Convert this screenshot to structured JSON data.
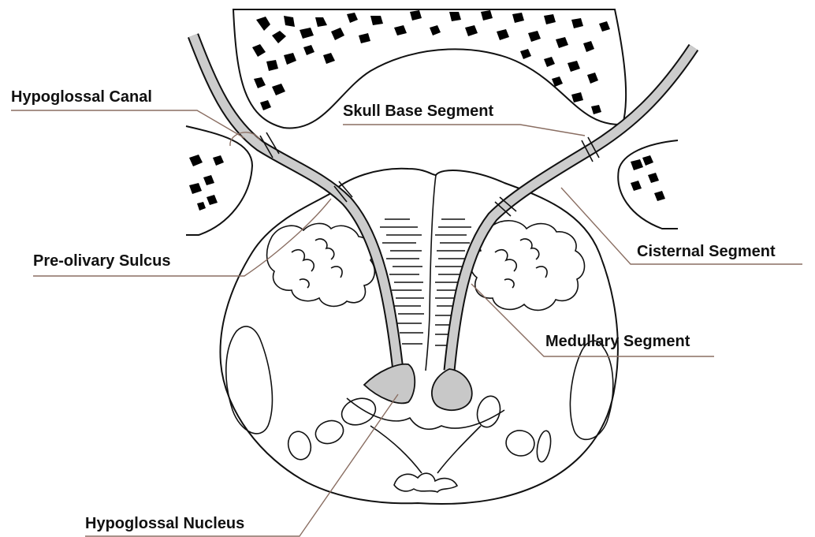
{
  "labels": {
    "hypoglossal_canal": "Hypoglossal Canal",
    "skull_base_segment": "Skull Base Segment",
    "pre_olivary_sulcus": "Pre-olivary Sulcus",
    "cisternal_segment": "Cisternal Segment",
    "medullary_segment": "Medullary Segment",
    "hypoglossal_nucleus": "Hypoglossal Nucleus"
  },
  "colors": {
    "line": "#111111",
    "nerve_fill": "#cccccc",
    "bone_speckle": "#cfcfcf",
    "nucleus_fill": "#c8c8c8",
    "leader": "#8a6e62"
  }
}
